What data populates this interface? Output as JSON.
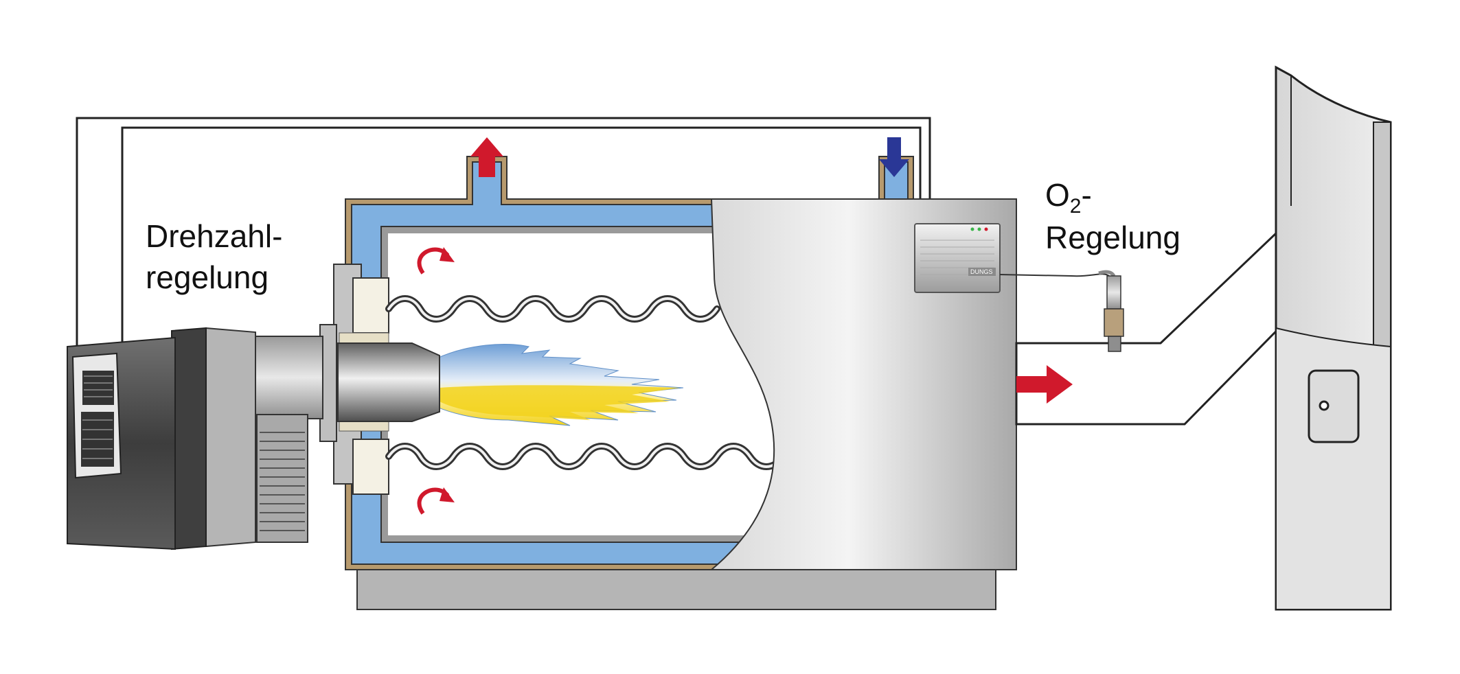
{
  "labels": {
    "speed_control_line1": "Drehzahl-",
    "speed_control_line2": "regelung",
    "o2_prefix": "O",
    "o2_subscript": "2",
    "o2_suffix": "-",
    "o2_line2": "Regelung",
    "controller_brand": "DUNGS"
  },
  "colors": {
    "water": "#7fb0e0",
    "hot_arrow": "#d0192c",
    "cold_arrow": "#2a3796",
    "insulation": "#b79a6e",
    "flame_blue": "#6f9fd6",
    "flame_yellow": "#f2d21c",
    "casing_gray": "#c8c8c8"
  },
  "icons": {
    "hot_water_out": "arrow-up-icon",
    "cold_water_in": "arrow-down-icon",
    "exhaust": "arrow-right-icon",
    "flue_gas_return": "curved-arrow-icon"
  }
}
